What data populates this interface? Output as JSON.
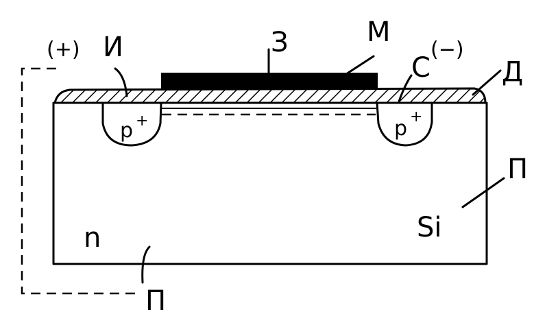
{
  "labels": {
    "gate": "З",
    "metal": "М",
    "source": "И",
    "source_sign": "(+)",
    "drain": "С",
    "drain_sign": "(−)",
    "dielectric": "Д",
    "substrate_right": "П",
    "substrate_bottom": "П",
    "silicon": "Si",
    "n_type": "n",
    "p_left": "p",
    "p_left_sup": "+",
    "p_right": "p",
    "p_right_sup": "+"
  },
  "colors": {
    "ink": "#000000",
    "paper": "#ffffff"
  }
}
